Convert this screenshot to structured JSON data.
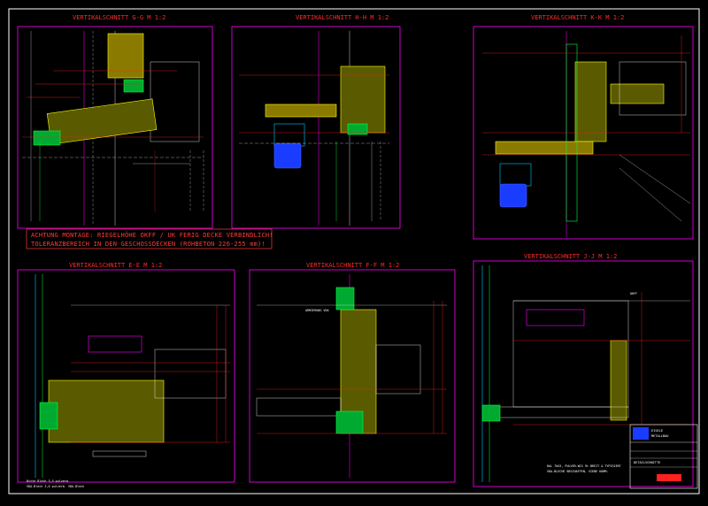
{
  "sections": {
    "gg": {
      "title": "VERTIKALSCHNITT G-G   M 1:2"
    },
    "hh": {
      "title": "VERTIKALSCHNITT H-H   M 1:2"
    },
    "kk": {
      "title": "VERTIKALSCHNITT K-K   M 1:2"
    },
    "ee": {
      "title": "VERTIKALSCHNITT E-E   M 1:2"
    },
    "ff": {
      "title": "VERTIKALSCHNITT F-F   M 1:2"
    },
    "jj": {
      "title": "VERTIKALSCHNITT J-J   M 1:2"
    }
  },
  "warning": {
    "line1": "ACHTUNG MONTAGE: RIEGELHÖHE OKFF / UK FERIG DECKE VERBINDLICH!",
    "line2": "TOLERANZBEREICH IN DEN GESCHOSSDECKEN (ROHBETON 226-255 mm)!"
  },
  "notes": {
    "bottom_left_1": "Bitte Blech 3,5 pulverb.",
    "bottom_left_2": "VDA-Blech 3,0 pulverb. VDA-Blech",
    "bottom_center_1": "RAL 7043, PULVER-WIS 9t BREIT & TYPISIERT",
    "bottom_center_2": "VDA-BLECHE BESCHAFFEN, SIEBE KOMM.",
    "okff": "OKFF",
    "armierung": "ARMIERUNG VDA"
  },
  "title_block": {
    "company_line1": "EISELE",
    "company_line2": "METALLBAU",
    "drawing_label": "DETAILSCHNITTE"
  },
  "colors": {
    "frame": "#ffffff",
    "dim": "#ff2020",
    "insulation": "#ffff00",
    "profile": "#00ff3c",
    "aux": "#ff00ff",
    "glass": "#00c8ff",
    "motor": "#1a3cff"
  }
}
